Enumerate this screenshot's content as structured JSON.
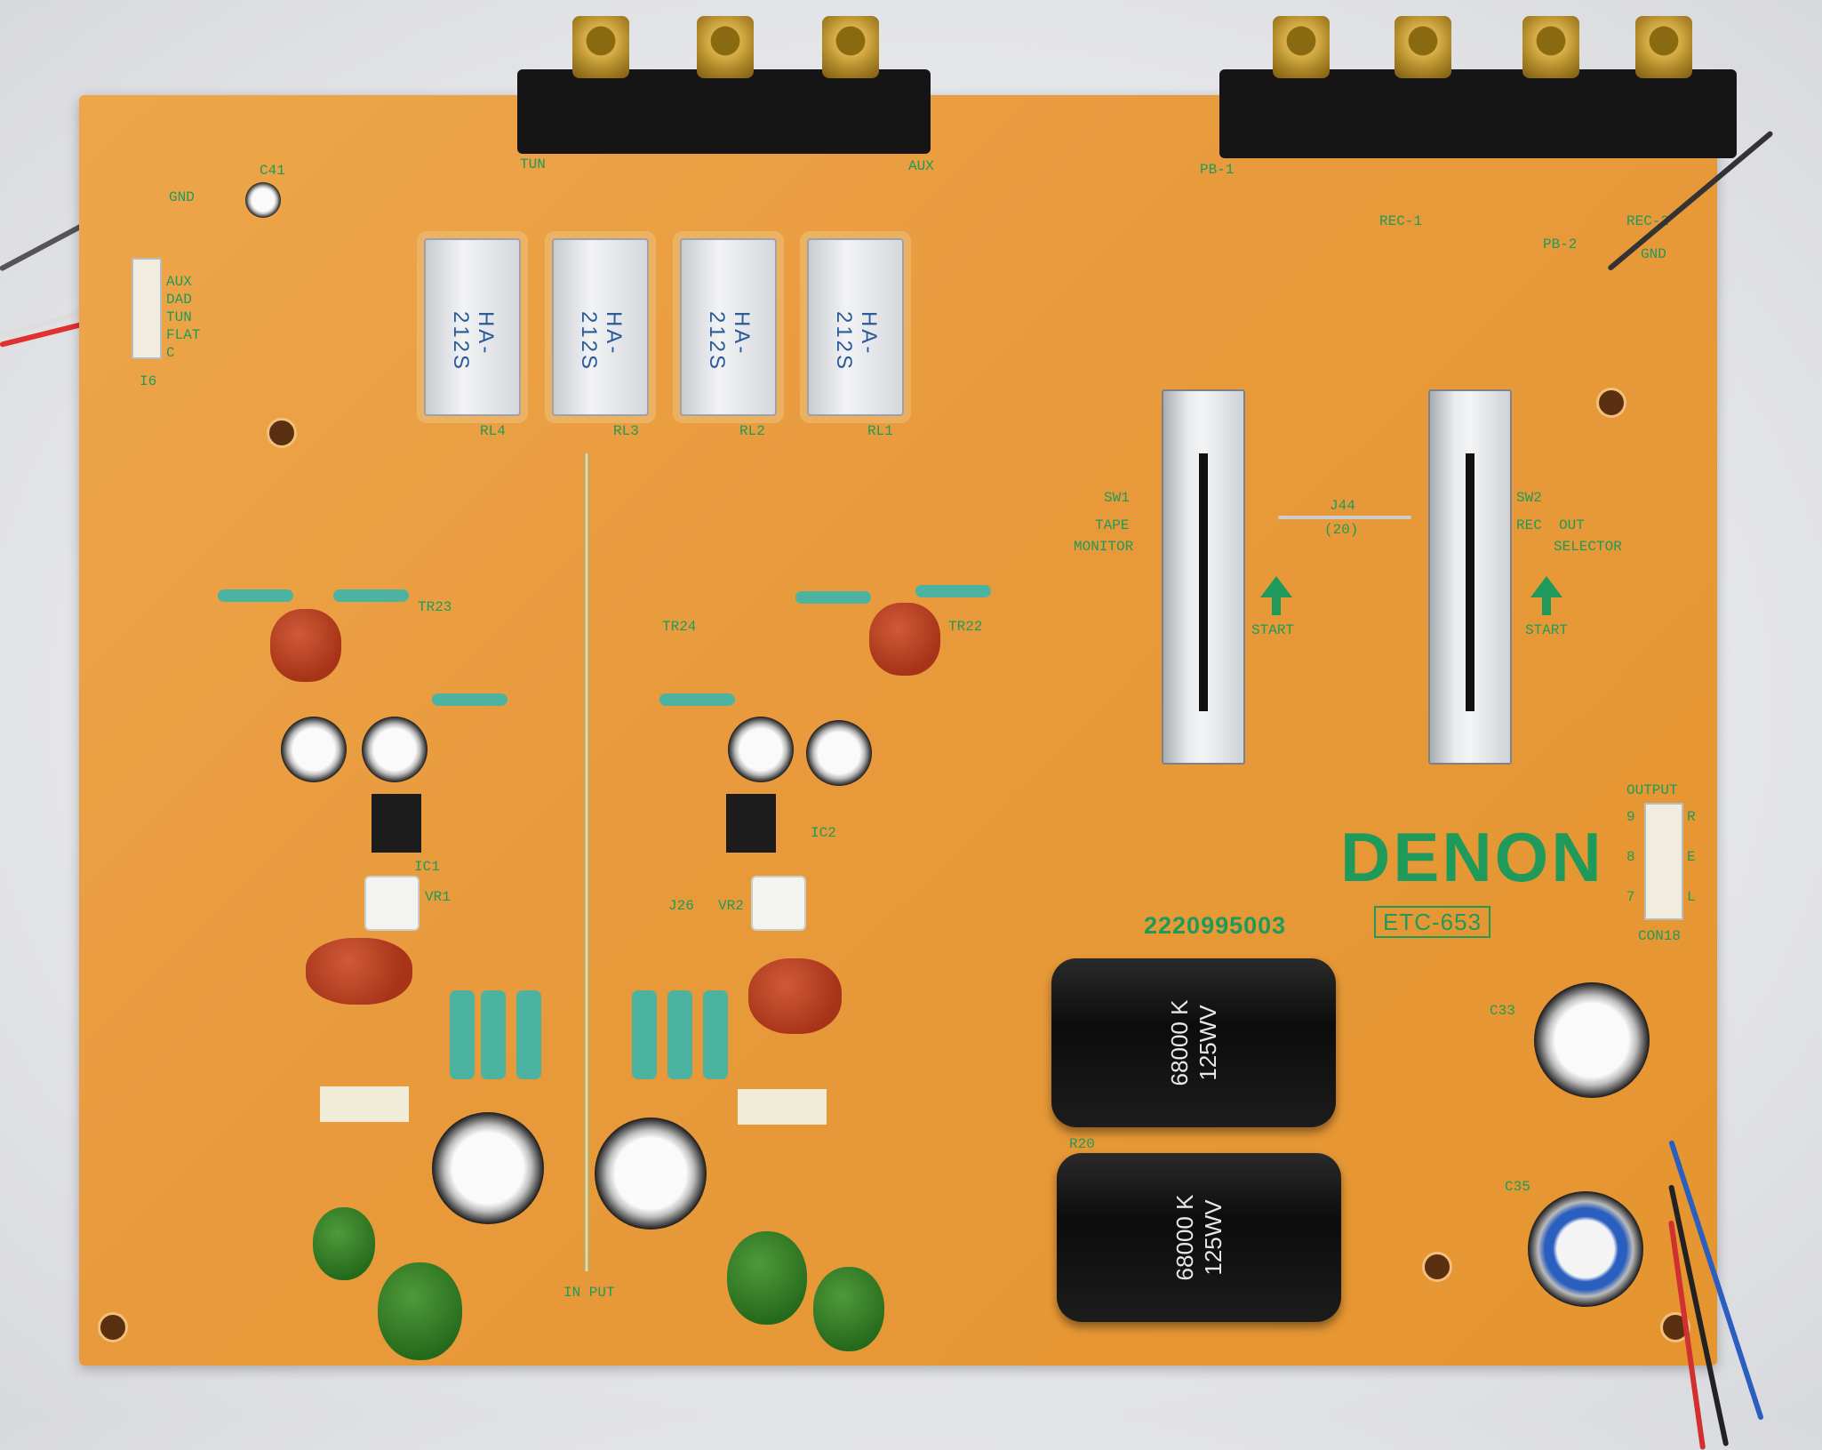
{
  "board": {
    "brand": "DENON",
    "model": "ETC-653",
    "part_number": "2220995003",
    "colors": {
      "board": "#e89a3c",
      "silkscreen": "#1f9a5a"
    }
  },
  "jacks": {
    "left": [
      "TUN",
      "AUX"
    ],
    "right": [
      "PB-1",
      "REC-1",
      "PB-2",
      "REC-2",
      "GND"
    ]
  },
  "left_connector": {
    "labels": [
      "AUX",
      "DAD",
      "TUN",
      "FLAT",
      "C"
    ],
    "gnd": "GND",
    "ref": "I6",
    "cap": "C41"
  },
  "relays": [
    {
      "model": "HA-212S",
      "ref": "RL4"
    },
    {
      "model": "HA-212S",
      "ref": "RL3"
    },
    {
      "model": "HA-212S",
      "ref": "RL2"
    },
    {
      "model": "HA-212S",
      "ref": "RL1"
    }
  ],
  "switches": {
    "sw1": {
      "ref": "SW1",
      "name_line1": "TAPE",
      "name_line2": "MONITOR",
      "start": "START"
    },
    "sw2": {
      "ref": "SW2",
      "name_line1": "REC  OUT",
      "name_line2": "SELECTOR",
      "start": "START"
    },
    "jumper": "J44",
    "jumper_value": "(20)"
  },
  "capacitors": {
    "main1_line1": "68000 K",
    "main1_line2": "125WV",
    "main2_line1": "68000 K",
    "main2_line2": "125WV"
  },
  "output": {
    "label": "OUTPUT",
    "ref": "CON18",
    "pins": [
      "9",
      "8",
      "7"
    ],
    "pin_labels": [
      "R",
      "E",
      "L"
    ]
  },
  "input": {
    "label": "IN PUT"
  },
  "ics": [
    "IC1",
    "IC2"
  ],
  "misc_labels": [
    "TR22",
    "TR23",
    "TR24",
    "C33",
    "C35",
    "R20",
    "VR1",
    "VR2",
    "J26"
  ]
}
